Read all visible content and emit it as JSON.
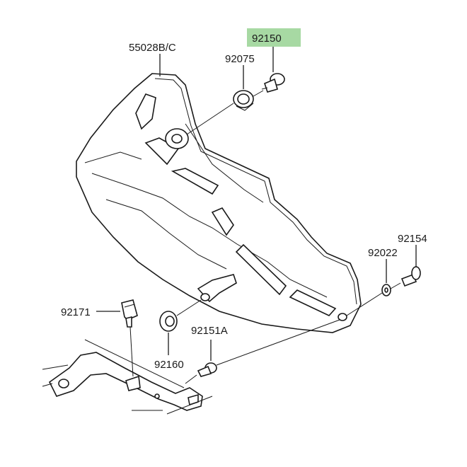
{
  "highlight_color": "#a7d9a3",
  "ink_color": "#1a1a1a",
  "parts": {
    "cover": "55028B/C",
    "grommet_top": "92075",
    "bolt_top": "92150",
    "bolt_right": "92154",
    "washer_right": "92022",
    "clip": "92171",
    "grommet_bottom": "92160",
    "bolt_bottom": "92151A"
  },
  "highlighted_part": "bolt_top"
}
